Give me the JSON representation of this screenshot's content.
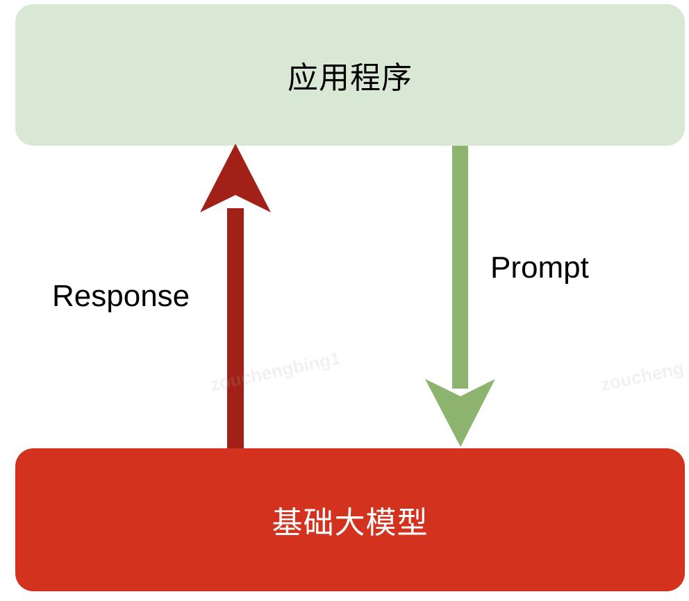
{
  "nodes": {
    "top": {
      "label": "应用程序"
    },
    "bottom": {
      "label": "基础大模型"
    }
  },
  "edges": {
    "response": {
      "label": "Response",
      "from": "基础大模型",
      "to": "应用程序"
    },
    "prompt": {
      "label": "Prompt",
      "from": "应用程序",
      "to": "基础大模型"
    }
  },
  "watermarks": [
    "zouchengbing1",
    "zoucheng"
  ],
  "colors": {
    "top_box": "#d9e8d4",
    "bottom_box": "#d3321e",
    "response_arrow": "#a12017",
    "prompt_arrow": "#8db46f"
  }
}
